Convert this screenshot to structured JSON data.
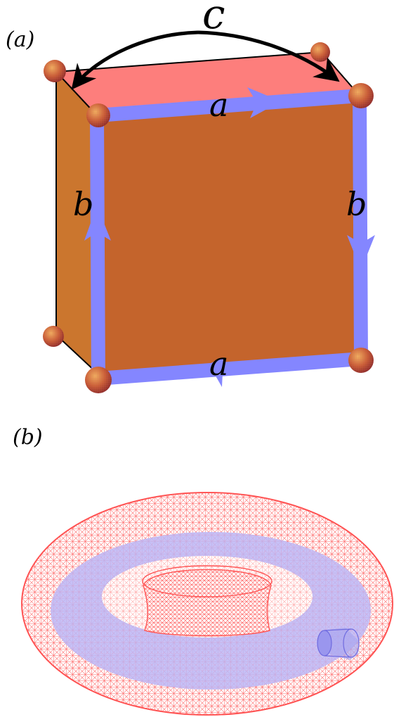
{
  "panel_a": {
    "label": "(a)",
    "edge_labels": {
      "c": "c",
      "a_top": "a",
      "a_bottom": "a",
      "b_left": "b",
      "b_right": "b"
    },
    "colors": {
      "top_face": "#fd7e7c",
      "front_face": "#c4642c",
      "side_face": "#cb762e",
      "edge_path": "#8486ff",
      "vertex": "#c0502c",
      "arc": "#000000"
    }
  },
  "panel_b": {
    "label": "(b)",
    "colors": {
      "torus_mesh": "#ff6a6a",
      "inner_band": "#b9b3f4",
      "tube": "#8c88ee"
    }
  }
}
